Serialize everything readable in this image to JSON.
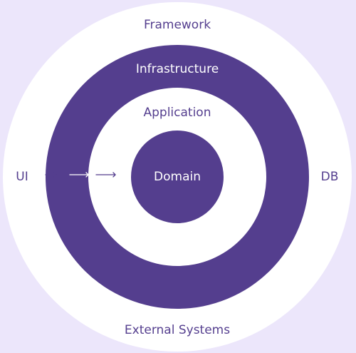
{
  "diagram": {
    "labels": {
      "framework": "Framework",
      "infrastructure": "Infrastructure",
      "application": "Application",
      "domain": "Domain",
      "ui": "UI",
      "db": "DB",
      "external_systems": "External Systems"
    },
    "colors": {
      "background": "#ece6fb",
      "white": "#ffffff",
      "purple": "#543e8e",
      "purple_text": "#553f8f"
    },
    "arrow_icon": "arrow-right-icon"
  }
}
